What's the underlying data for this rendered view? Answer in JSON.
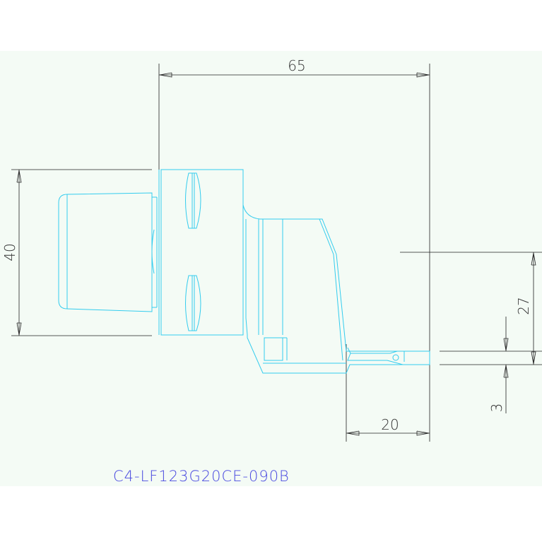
{
  "drawing": {
    "part_number": "C4-LF123G20CE-090B",
    "dimensions": {
      "width_overall": "65",
      "height_shank": "40",
      "height_to_edge": "27",
      "step_offset": "3",
      "insert_length": "20"
    },
    "colors": {
      "background_band": "#f4fbf5",
      "part_outline": "#33ccee",
      "dimension_lines": "#222222",
      "part_number_text": "#4a4ae0"
    }
  }
}
